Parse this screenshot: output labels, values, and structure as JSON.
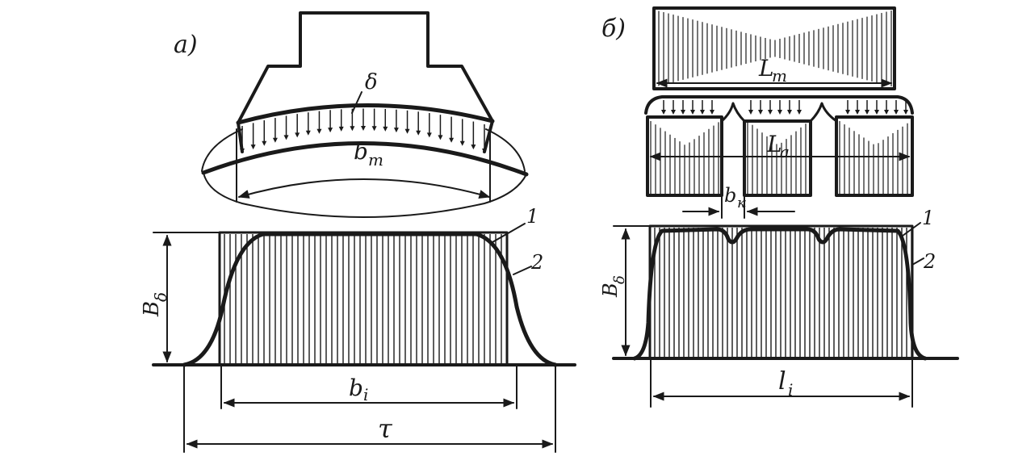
{
  "panels": [
    {
      "label": "а)",
      "delta": "δ",
      "pole_width": "b",
      "pole_width_sub": "m",
      "flux_density": "B",
      "flux_density_sub": "δ",
      "ideal_width": "b",
      "ideal_width_sub": "i",
      "pole_pitch": "τ",
      "curve_1": "1",
      "curve_2": "2"
    },
    {
      "label": "б)",
      "pole_length": "L",
      "pole_length_sub": "m",
      "packet_length": "L",
      "packet_length_sub": "a",
      "duct_width": "b",
      "duct_width_sub": "к",
      "flux_density": "B",
      "flux_density_sub": "δ",
      "ideal_length": "l",
      "ideal_length_sub": "i",
      "curve_1": "1",
      "curve_2": "2"
    }
  ],
  "colors": {
    "ink": "#1a1a1a",
    "background": "#ffffff"
  }
}
